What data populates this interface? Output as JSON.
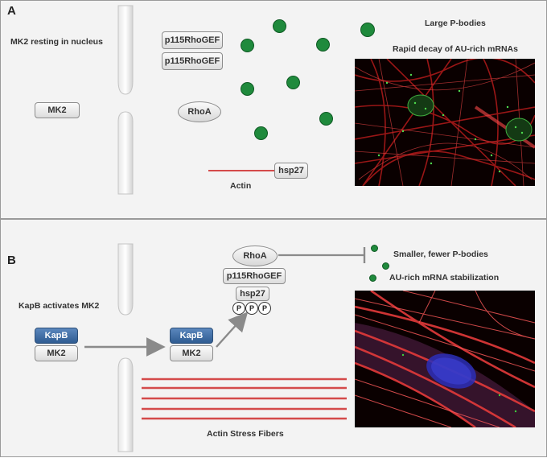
{
  "panel_a": {
    "label": "A",
    "mk2_resting_text": "MK2 resting in nucleus",
    "mk2": "MK2",
    "p115_top": "p115RhoGEF",
    "p115_bottom": "p115RhoGEF",
    "rhoa": "RhoA",
    "hsp27": "hsp27",
    "actin": "Actin",
    "large_pbodies": "Large P-bodies",
    "rapid_decay": "Rapid decay of AU-rich mRNAs"
  },
  "panel_b": {
    "label": "B",
    "kapb_activates_text": "KapB activates MK2",
    "kapb_left": "KapB",
    "mk2_left": "MK2",
    "kapb_center": "KapB",
    "mk2_center": "MK2",
    "rhoa": "RhoA",
    "p115": "p115RhoGEF",
    "hsp27": "hsp27",
    "phospho": [
      "P",
      "P",
      "P"
    ],
    "smaller_pbodies": "Smaller, fewer P-bodies",
    "au_stabilization": "AU-rich mRNA stabilization",
    "stress_fibers": "Actin Stress Fibers"
  },
  "colors": {
    "p_body_green": "#1f8a3c",
    "actin_red": "#d44a4a",
    "kapb_blue": "#3d6aa3",
    "nucleus_blue": "#3a3fd0"
  }
}
